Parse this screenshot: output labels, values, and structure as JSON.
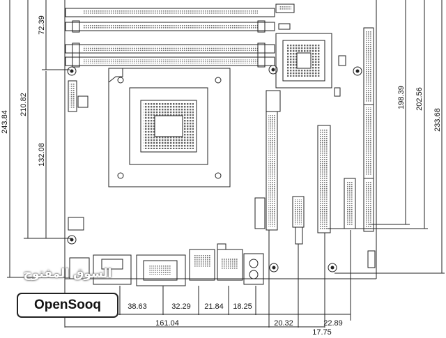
{
  "watermark": {
    "arabic": "السوق المفتوح",
    "brand": "OpenSooq"
  },
  "dimensions": {
    "left": [
      "243.84",
      "210.82",
      "132.08",
      "72.39"
    ],
    "right": [
      "198.39",
      "202.56",
      "233.68"
    ],
    "bottom_row1": [
      "38.63",
      "32.29",
      "21.84",
      "18.25",
      "20.32",
      "22.89"
    ],
    "bottom_row2": [
      "161.04",
      "17.75"
    ]
  },
  "colors": {
    "line": "#111111",
    "pattern": "#888888"
  }
}
